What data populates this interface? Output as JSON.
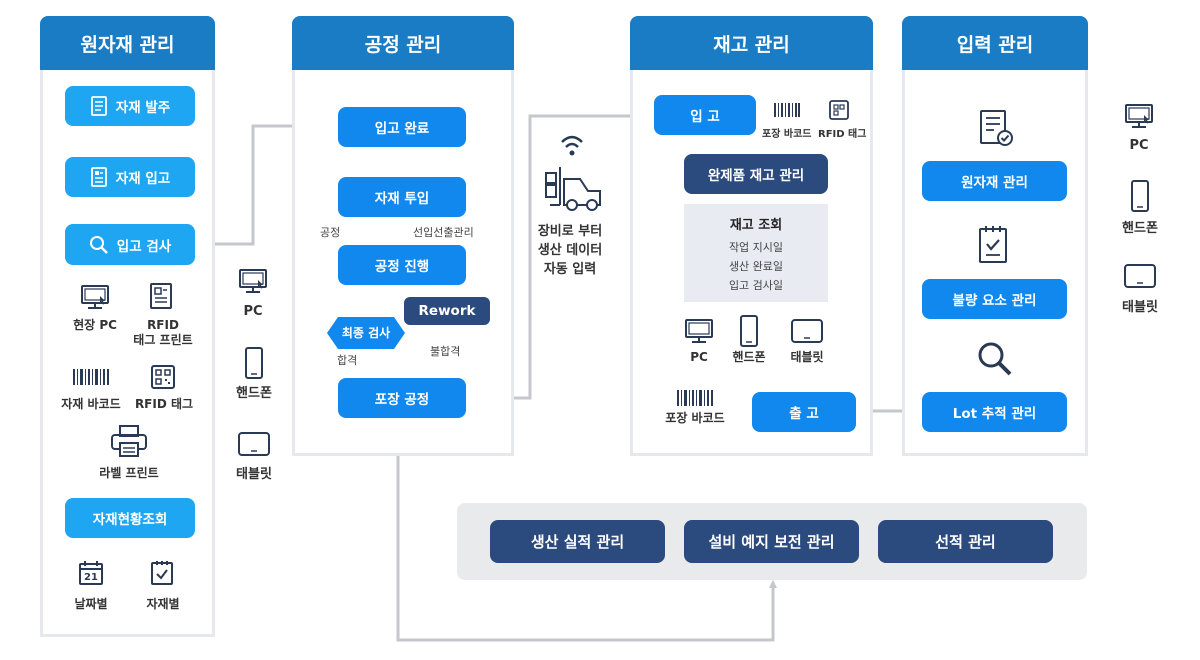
{
  "raw": {
    "title": "원자재 관리",
    "order_btn": "자재 발주",
    "receive_btn": "자재 입고",
    "inspect_btn": "입고 검사",
    "site_pc": "현장 PC",
    "rfid_print_1": "RFID",
    "rfid_print_2": "태그 프린트",
    "material_barcode": "자재 바코드",
    "rfid_tag": "RFID 태그",
    "label_print": "라벨 프린트",
    "status_btn": "자재현황조회",
    "by_date": "날짜별",
    "by_material": "자재별",
    "calendar_day": "21"
  },
  "devices_left": {
    "pc": "PC",
    "phone": "핸드폰",
    "tablet": "태블릿"
  },
  "process": {
    "title": "공정 관리",
    "receipt_done": "입고 완료",
    "material_input": "자재 투입",
    "process_label": "공정",
    "fifo_label": "선입선출관리",
    "in_progress": "공정 진행",
    "rework": "Rework",
    "final_inspect": "최종 검사",
    "pass": "합격",
    "fail": "불합격",
    "packing": "포장 공정"
  },
  "equipment": {
    "line1": "장비로 부터",
    "line2": "생산 데이터",
    "line3": "자동 입력"
  },
  "inventory": {
    "title": "재고 관리",
    "inbound": "입 고",
    "pack_barcode": "포장 바코드",
    "rfid_tag": "RFID 태그",
    "finished_goods": "완제품 재고 관리",
    "query_title": "재고 조회",
    "query_items": [
      "작업 지시일",
      "생산 완료일",
      "입고 검사일"
    ],
    "pc": "PC",
    "phone": "핸드폰",
    "tablet": "태블릿",
    "pack_barcode2": "포장 바코드",
    "outbound": "출 고"
  },
  "input_mgmt": {
    "title": "입력 관리",
    "raw_btn": "원자재 관리",
    "defect_btn": "불량 요소 관리",
    "lot_btn": "Lot 추적 관리"
  },
  "devices_right": {
    "pc": "PC",
    "phone": "핸드폰",
    "tablet": "태블릿"
  },
  "bottom": {
    "production": "생산 실적 관리",
    "maintenance": "설비 예지 보전 관리",
    "shipping": "선적 관리"
  },
  "colors": {
    "header": "#1a7cc4",
    "light_btn": "#1ea6f2",
    "blue_btn": "#1188ee",
    "navy_btn": "#2b4a7e",
    "connector": "#c4c7cc"
  }
}
